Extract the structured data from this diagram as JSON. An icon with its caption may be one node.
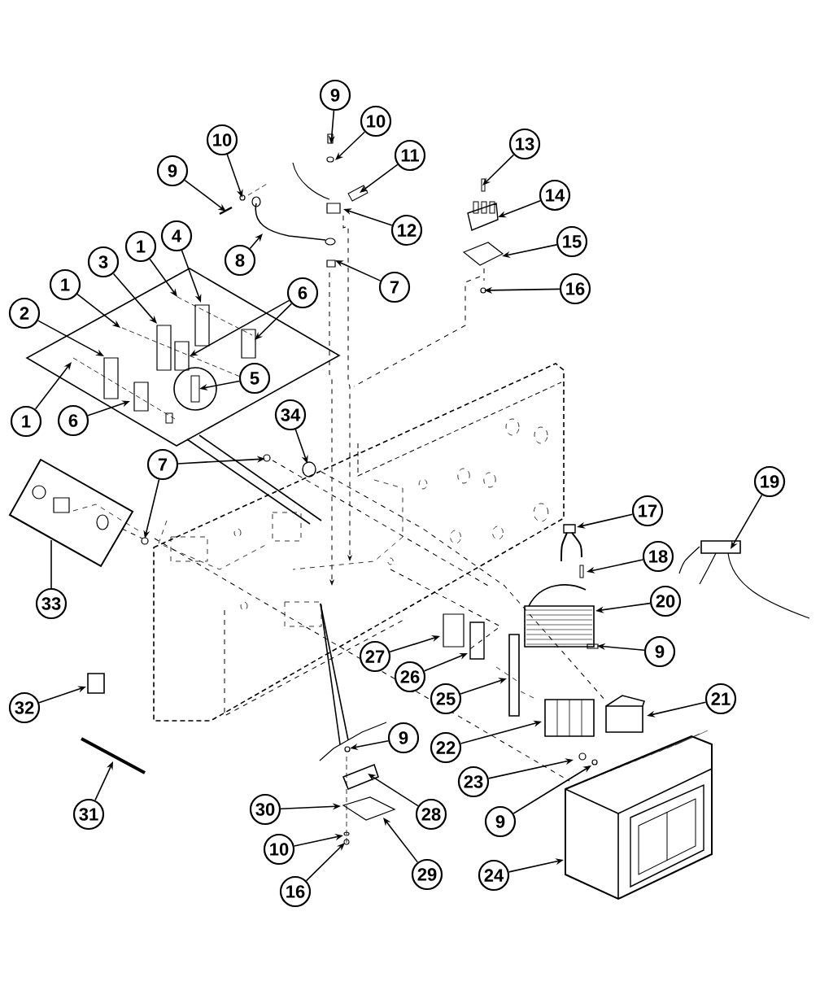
{
  "diagram": {
    "nodes": [
      {
        "text": [
          "9"
        ]
      },
      {
        "text": [
          "10"
        ]
      },
      {
        "text": [
          "10"
        ]
      },
      {
        "text": [
          "11"
        ]
      },
      {
        "text": [
          "9"
        ]
      },
      {
        "text": [
          "12"
        ]
      },
      {
        "text": [
          "13"
        ]
      },
      {
        "text": [
          "14"
        ]
      },
      {
        "text": [
          "15"
        ]
      },
      {
        "text": [
          "16"
        ]
      },
      {
        "text": [
          "4"
        ]
      },
      {
        "text": [
          "1"
        ]
      },
      {
        "text": [
          "8"
        ]
      },
      {
        "text": [
          "7"
        ]
      },
      {
        "text": [
          "3"
        ]
      },
      {
        "text": [
          "1"
        ]
      },
      {
        "text": [
          "6"
        ]
      },
      {
        "text": [
          "2"
        ]
      },
      {
        "text": [
          "5"
        ]
      },
      {
        "text": [
          "34"
        ]
      },
      {
        "text": [
          "1"
        ]
      },
      {
        "text": [
          "6"
        ]
      },
      {
        "text": [
          "7"
        ]
      },
      {
        "text": [
          "19"
        ]
      },
      {
        "text": [
          "17"
        ]
      },
      {
        "text": [
          "18"
        ]
      },
      {
        "text": [
          "20"
        ]
      },
      {
        "text": [
          "33"
        ]
      },
      {
        "text": [
          "9"
        ]
      },
      {
        "text": [
          "27"
        ]
      },
      {
        "text": [
          "26"
        ]
      },
      {
        "text": [
          "25"
        ]
      },
      {
        "text": [
          "21"
        ]
      },
      {
        "text": [
          "32"
        ]
      },
      {
        "text": [
          "9"
        ]
      },
      {
        "text": [
          "22"
        ]
      },
      {
        "text": [
          "23"
        ]
      },
      {
        "text": [
          "28"
        ]
      },
      {
        "text": [
          "30"
        ]
      },
      {
        "text": [
          "31"
        ]
      },
      {
        "text": [
          "9"
        ]
      },
      {
        "text": [
          "10"
        ]
      },
      {
        "text": [
          "29"
        ]
      },
      {
        "text": [
          "24"
        ]
      },
      {
        "text": [
          "16"
        ]
      }
    ],
    "edges": [
      {
        "from": 0,
        "to": null,
        "arrow": "to"
      },
      {
        "from": 1,
        "to": null,
        "arrow": "to"
      },
      {
        "from": 2,
        "to": null,
        "arrow": "to"
      },
      {
        "from": 3,
        "to": null,
        "arrow": "to"
      },
      {
        "from": 4,
        "to": null,
        "arrow": "to"
      },
      {
        "from": 5,
        "to": null,
        "arrow": "to"
      },
      {
        "from": 6,
        "to": null,
        "arrow": "to"
      },
      {
        "from": 7,
        "to": null,
        "arrow": "to"
      },
      {
        "from": 8,
        "to": null,
        "arrow": "to"
      },
      {
        "from": 9,
        "to": null,
        "arrow": "to"
      },
      {
        "from": 10,
        "to": null,
        "arrow": "to"
      },
      {
        "from": 11,
        "to": null,
        "arrow": "to"
      },
      {
        "from": 12,
        "to": null,
        "arrow": "to"
      },
      {
        "from": 13,
        "to": null,
        "arrow": "to"
      },
      {
        "from": 14,
        "to": null,
        "arrow": "to"
      },
      {
        "from": 15,
        "to": null,
        "arrow": "to"
      },
      {
        "from": 16,
        "to": null,
        "arrow": "to"
      },
      {
        "from": 16,
        "to": null,
        "arrow": "to"
      },
      {
        "from": 17,
        "to": null,
        "arrow": "to"
      },
      {
        "from": 18,
        "to": null,
        "arrow": "to"
      },
      {
        "from": 19,
        "to": null,
        "arrow": "to"
      },
      {
        "from": 20,
        "to": null,
        "arrow": "to"
      },
      {
        "from": 21,
        "to": null,
        "arrow": "to"
      },
      {
        "from": 22,
        "to": null,
        "arrow": "to"
      },
      {
        "from": 22,
        "to": null,
        "arrow": "to"
      },
      {
        "from": 23,
        "to": null,
        "arrow": "to"
      },
      {
        "from": 24,
        "to": null,
        "arrow": "to"
      },
      {
        "from": 25,
        "to": null,
        "arrow": "to"
      },
      {
        "from": 26,
        "to": null,
        "arrow": "to"
      },
      {
        "from": 27,
        "to": null,
        "arrow": "none"
      },
      {
        "from": 28,
        "to": null,
        "arrow": "to"
      },
      {
        "from": 29,
        "to": null,
        "arrow": "to"
      },
      {
        "from": 30,
        "to": null,
        "arrow": "to"
      },
      {
        "from": 31,
        "to": null,
        "arrow": "to"
      },
      {
        "from": 32,
        "to": null,
        "arrow": "to"
      },
      {
        "from": 33,
        "to": null,
        "arrow": "to"
      },
      {
        "from": 34,
        "to": null,
        "arrow": "to"
      },
      {
        "from": 35,
        "to": null,
        "arrow": "to"
      },
      {
        "from": 36,
        "to": null,
        "arrow": "to"
      },
      {
        "from": 37,
        "to": null,
        "arrow": "to"
      },
      {
        "from": 38,
        "to": null,
        "arrow": "to"
      },
      {
        "from": 39,
        "to": null,
        "arrow": "to"
      },
      {
        "from": 40,
        "to": null,
        "arrow": "to"
      },
      {
        "from": 41,
        "to": null,
        "arrow": "to"
      },
      {
        "from": 42,
        "to": null,
        "arrow": "to"
      },
      {
        "from": 43,
        "to": null,
        "arrow": "to"
      },
      {
        "from": 44,
        "to": null,
        "arrow": "to"
      }
    ]
  }
}
